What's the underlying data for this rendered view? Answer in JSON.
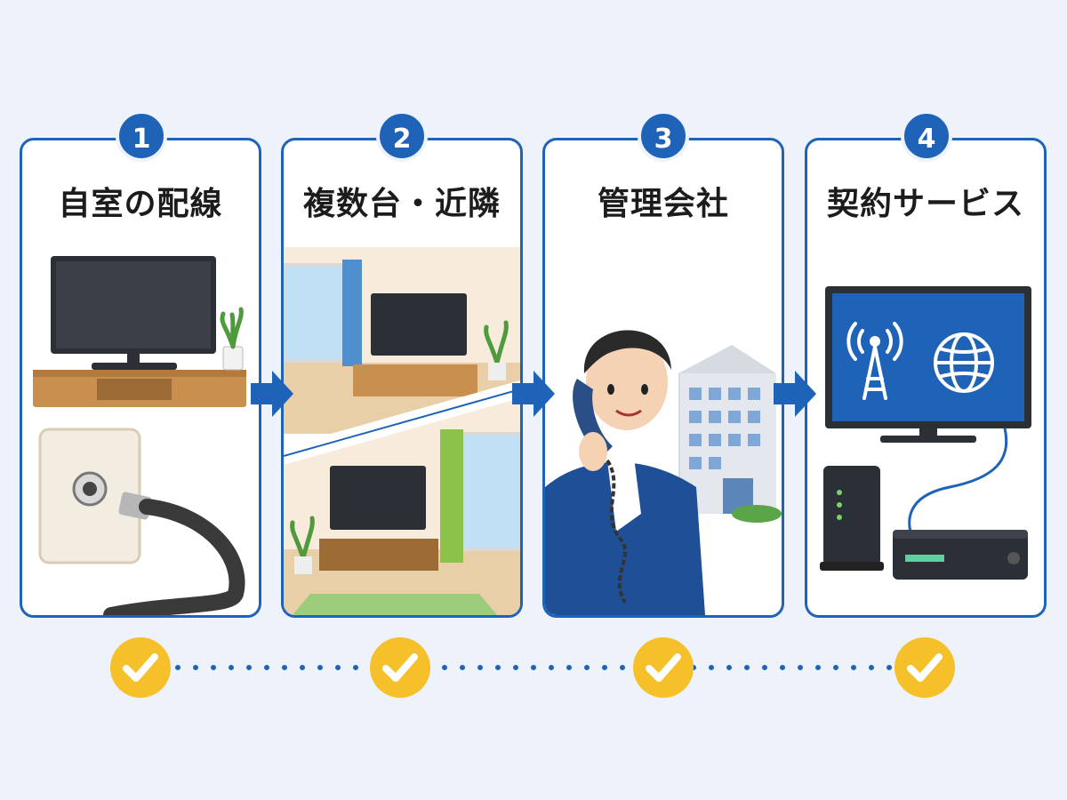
{
  "steps": [
    {
      "number": "1",
      "title": "自室の配線",
      "icon": "tv-and-antenna-outlet"
    },
    {
      "number": "2",
      "title": "複数台・近隣",
      "icon": "multiple-rooms-with-tv"
    },
    {
      "number": "3",
      "title": "管理会社",
      "icon": "person-on-phone-and-building"
    },
    {
      "number": "4",
      "title": "契約サービス",
      "icon": "tv-router-and-tuner"
    }
  ],
  "colors": {
    "accent": "#1f63b8",
    "check": "#f5c02a",
    "background": "#eef3fb"
  }
}
